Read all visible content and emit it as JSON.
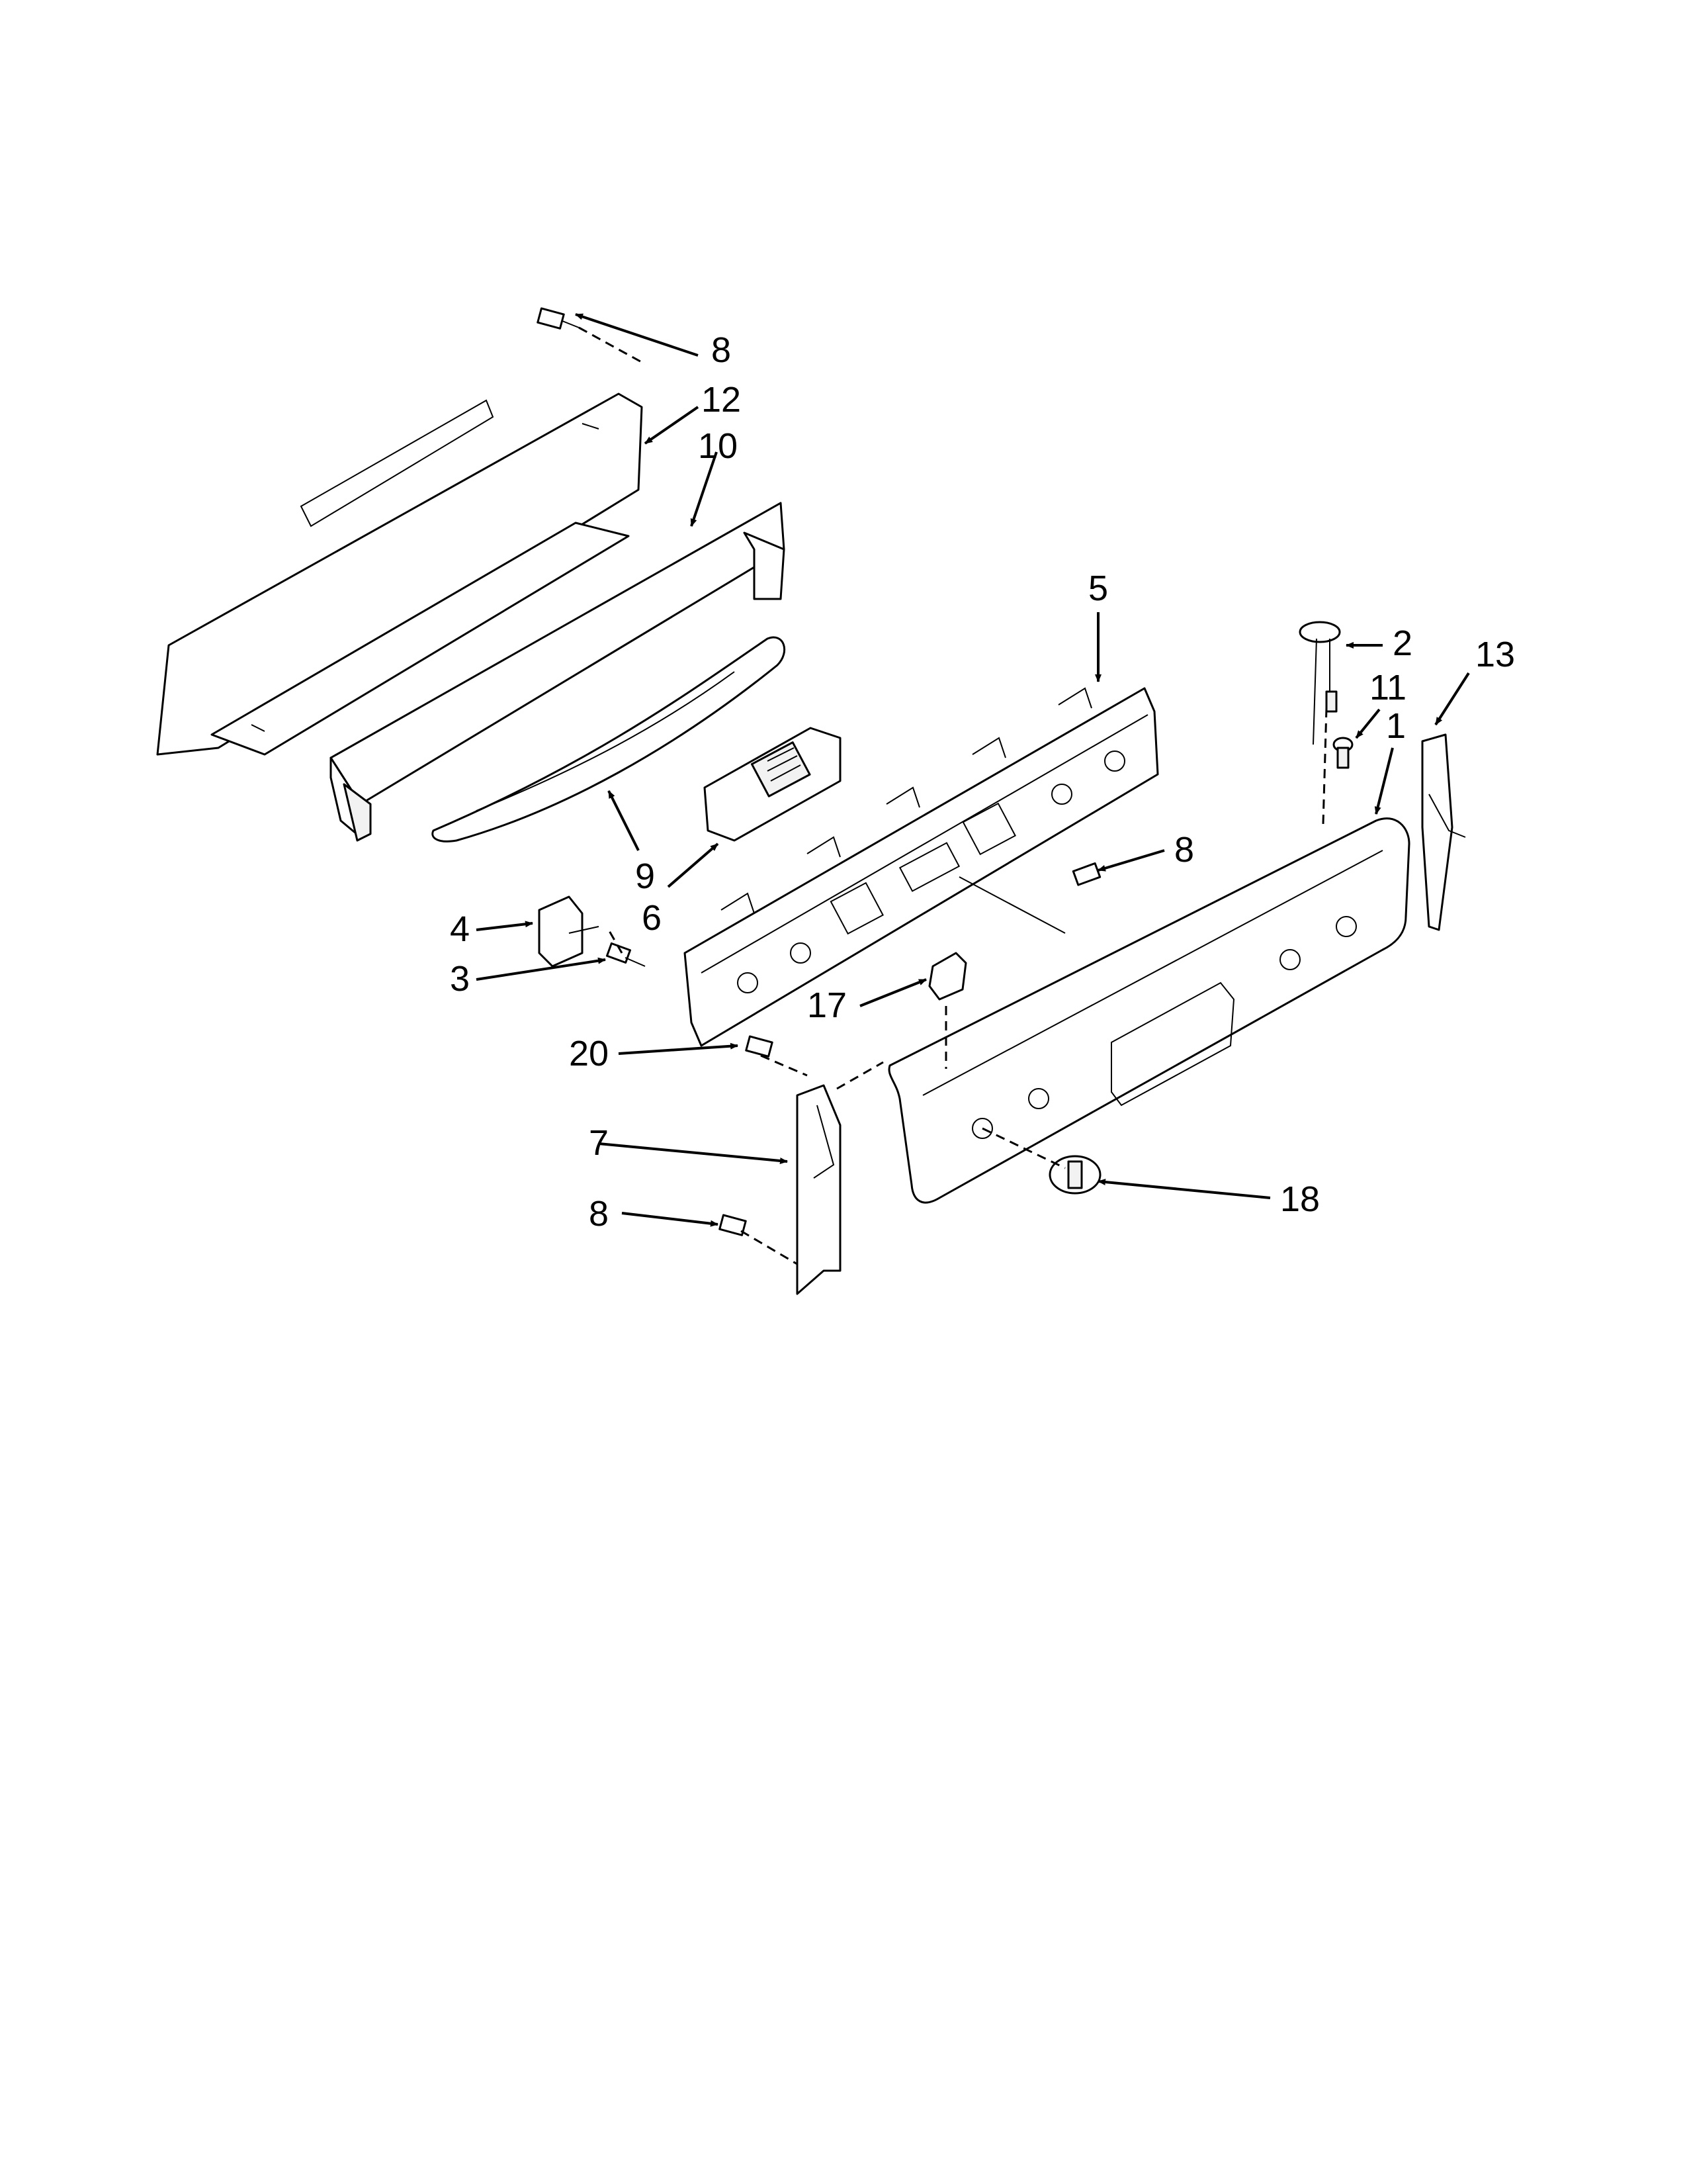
{
  "callouts": {
    "c8a": "8",
    "c12": "12",
    "c10": "10",
    "c5": "5",
    "c2": "2",
    "c11": "11",
    "c1": "1",
    "c13": "13",
    "c9": "9",
    "c6": "6",
    "c8b": "8",
    "c4": "4",
    "c3": "3",
    "c17": "17",
    "c20": "20",
    "c7": "7",
    "c8c": "8",
    "c18": "18"
  }
}
